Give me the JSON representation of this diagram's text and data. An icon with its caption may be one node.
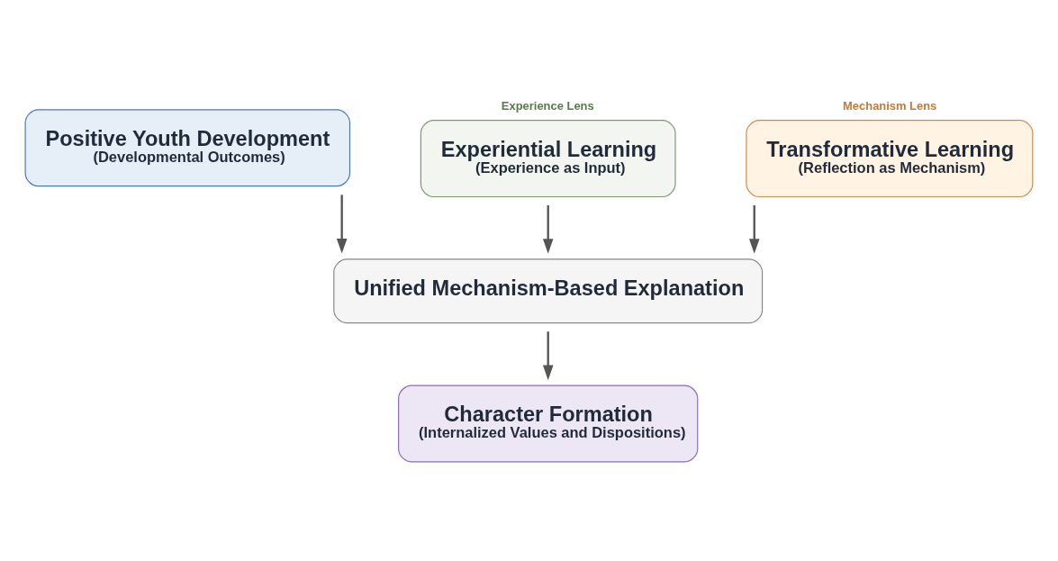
{
  "diagram": {
    "nodes": [
      {
        "text": [
          "Positive Youth Development",
          "(Developmental Outcomes)"
        ]
      },
      {
        "text": [
          "Experiential Learning",
          "(Experience as Input)"
        ],
        "beside": [
          "Experience Lens"
        ]
      },
      {
        "text": [
          "Transformative Learning",
          "(Reflection as Mechanism)"
        ],
        "beside": [
          "Mechanism Lens"
        ]
      },
      {
        "text": [
          "Unified Mechanism-Based Explanation"
        ]
      },
      {
        "text": [
          "Character Formation",
          "(Internalized Values and Dispositions)"
        ]
      }
    ],
    "edges": [
      {
        "from": 0,
        "to": 3,
        "arrow": "to"
      },
      {
        "from": 1,
        "to": 3,
        "arrow": "to"
      },
      {
        "from": 2,
        "to": 3,
        "arrow": "to"
      },
      {
        "from": 3,
        "to": 4,
        "arrow": "to"
      }
    ]
  }
}
